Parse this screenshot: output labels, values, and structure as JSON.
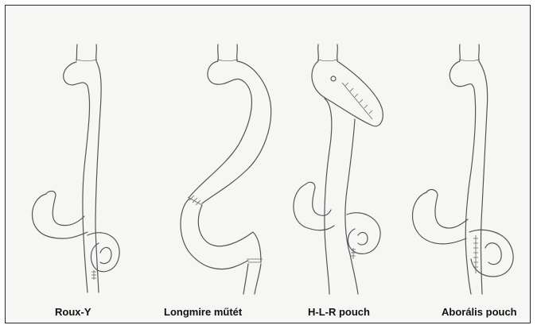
{
  "diagrams": [
    {
      "caption": "Roux-Y"
    },
    {
      "caption": "Longmire műtét"
    },
    {
      "caption": "H-L-R pouch"
    },
    {
      "caption": "Aborális pouch"
    }
  ],
  "colors": {
    "frame": "#2a2a2a",
    "background": "#f6f6f4",
    "line": "#555555"
  }
}
